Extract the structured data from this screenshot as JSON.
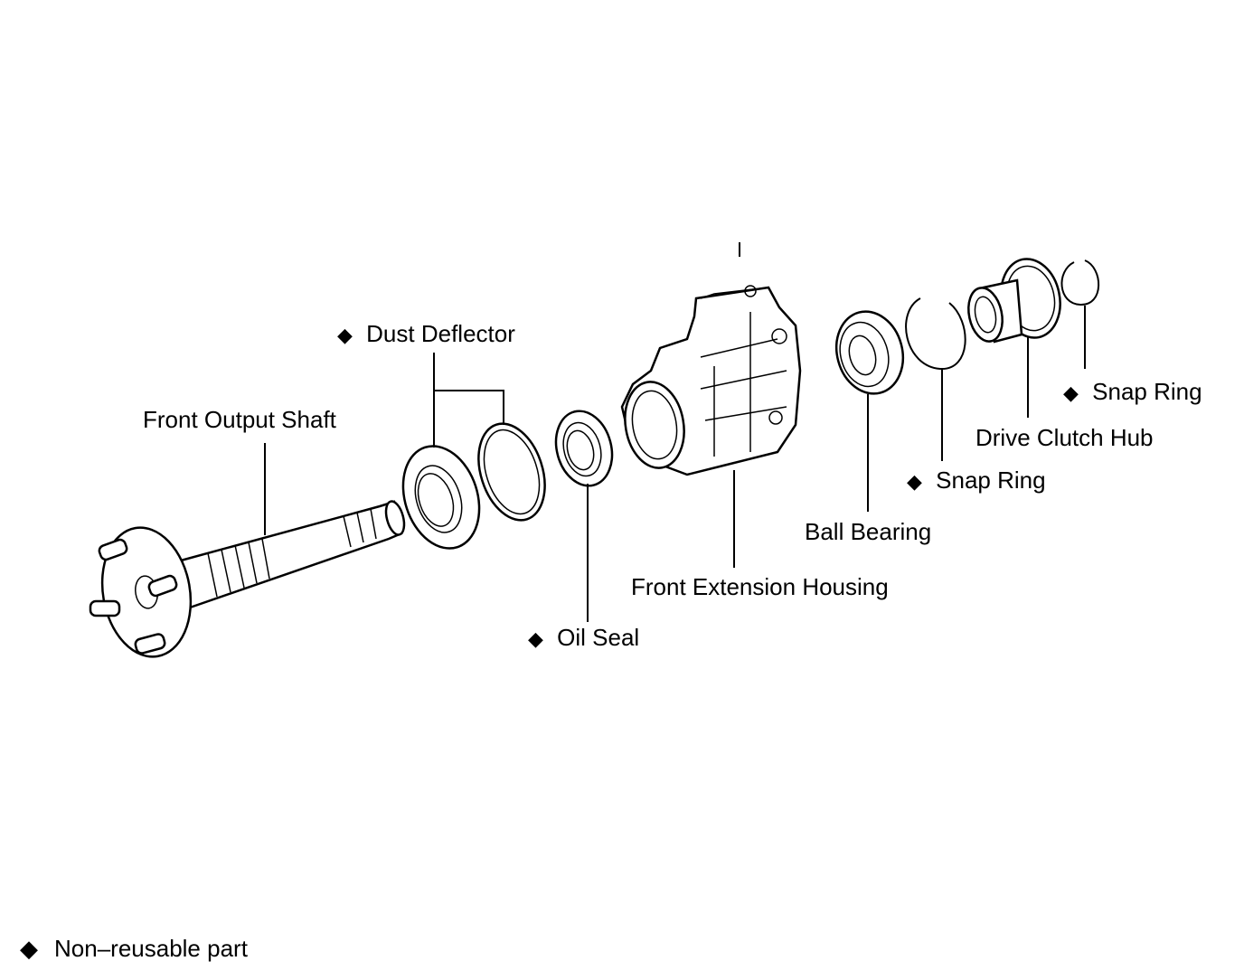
{
  "marker_symbol": "◆",
  "labels": {
    "front_output_shaft": "Front Output Shaft",
    "dust_deflector": "Dust Deflector",
    "oil_seal": "Oil Seal",
    "front_extension_housing": "Front Extension Housing",
    "ball_bearing": "Ball Bearing",
    "snap_ring_1": "Snap Ring",
    "drive_clutch_hub": "Drive Clutch Hub",
    "snap_ring_2": "Snap Ring"
  },
  "legend": {
    "text": "Non–reusable part"
  }
}
